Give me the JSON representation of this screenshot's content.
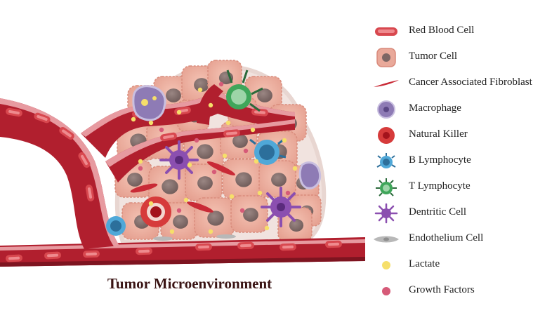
{
  "diagram": {
    "caption": "Tumor Microenvironment",
    "legend": [
      {
        "label": "Red Blood Cell",
        "icon": "red-blood-cell-icon",
        "color": "#d8484f"
      },
      {
        "label": "Tumor Cell",
        "icon": "tumor-cell-icon",
        "color": "#e9a99a"
      },
      {
        "label": "Cancer Associated Fibroblast",
        "icon": "fibroblast-icon",
        "color": "#c92a36"
      },
      {
        "label": "Macrophage",
        "icon": "macrophage-icon",
        "color": "#8e7bb5"
      },
      {
        "label": "Natural Killer",
        "icon": "natural-killer-icon",
        "color": "#d63b3b"
      },
      {
        "label": "B Lymphocyte",
        "icon": "b-lymphocyte-icon",
        "color": "#4fa8d8"
      },
      {
        "label": "T Lymphocyte",
        "icon": "t-lymphocyte-icon",
        "color": "#3fa65a"
      },
      {
        "label": "Dentritic Cell",
        "icon": "dendritic-cell-icon",
        "color": "#8b4fb0"
      },
      {
        "label": "Endothelium Cell",
        "icon": "endothelium-cell-icon",
        "color": "#b8b8b8"
      },
      {
        "label": "Lactate",
        "icon": "lactate-icon",
        "color": "#f6df6a"
      },
      {
        "label": "Growth Factors",
        "icon": "growth-factor-icon",
        "color": "#d65a78"
      }
    ]
  }
}
